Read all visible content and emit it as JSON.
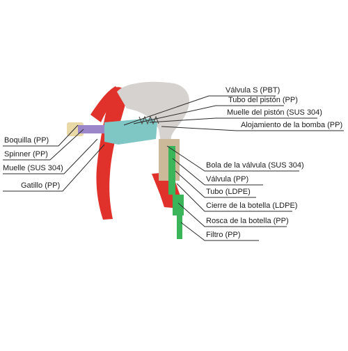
{
  "diagram": {
    "colors": {
      "trigger": "#e0312b",
      "body": "#d6d2cf",
      "nozzle": "#e8d9a6",
      "spinner": "#9b86c9",
      "piston": "#7fc7c4",
      "bottle_closure": "#3bb55a",
      "leader": "#2a2a2a"
    },
    "labels": {
      "valvula_s": "Válvula S (PBT)",
      "tubo_piston": "Tubo del pistón (PP)",
      "muelle_piston": "Muelle del pistón (SUS 304)",
      "alojamiento": "Alojamiento de la bomba (PP)",
      "boquilla": "Boquilla (PP)",
      "spinner": "Spinner (PP)",
      "muelle": "Muelle (SUS 304)",
      "gatillo": "Gatillo (PP)",
      "bola_valvula": "Bola de la válvula (SUS 304)",
      "valvula": "Válvula (PP)",
      "tubo": "Tubo (LDPE)",
      "cierre_botella": "Cierre de la botella (LDPE)",
      "rosca_botella": "Rosca de la botella (PP)",
      "filtro": "Filtro (PP)"
    }
  }
}
